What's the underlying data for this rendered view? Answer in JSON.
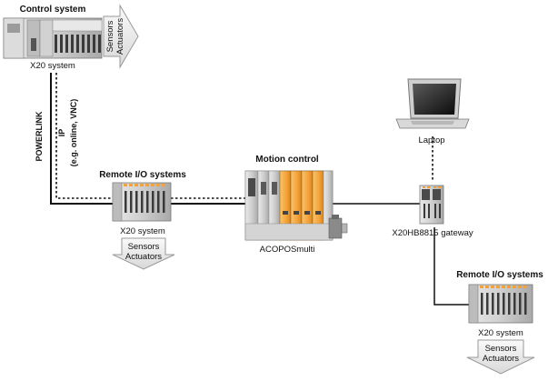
{
  "control": {
    "title": "Control system",
    "caption": "X20 system"
  },
  "sensors_top": {
    "line1": "Sensors",
    "line2": "Actuators"
  },
  "network": {
    "powerlink": "POWERLINK",
    "ip": "IP",
    "ip_detail": "(e.g. online, VNC)"
  },
  "remote_left": {
    "title": "Remote I/O systems",
    "caption": "X20 system",
    "sensors": {
      "line1": "Sensors",
      "line2": "Actuators"
    }
  },
  "motion": {
    "title": "Motion control",
    "caption": "ACOPOSmulti"
  },
  "laptop": {
    "caption": "Laptop"
  },
  "gateway": {
    "caption": "X20HB8815 gateway"
  },
  "remote_right": {
    "title": "Remote I/O systems",
    "caption": "X20 system",
    "sensors": {
      "line1": "Sensors",
      "line2": "Actuators"
    }
  },
  "colors": {
    "module_grey": "#c8c8c8",
    "orange": "#f4a33a",
    "line": "#111111"
  }
}
